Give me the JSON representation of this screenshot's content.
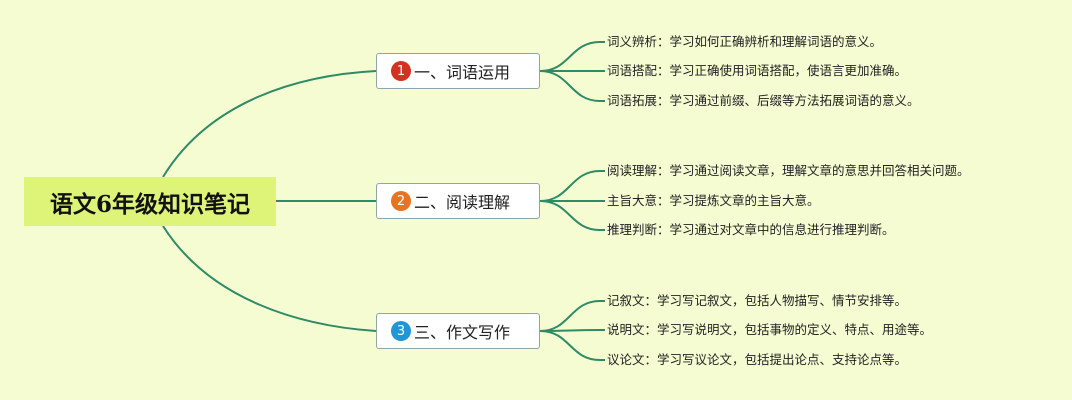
{
  "colors": {
    "background": "#f5fcd2",
    "root_fill": "#ddf479",
    "connector": "#2e8b65",
    "topic_border": "#8ea6a6"
  },
  "root": {
    "label": "语文6年级知识笔记"
  },
  "branches": [
    {
      "number": "1",
      "badge_color": "#d13322",
      "label": "一、词语运用",
      "leaves": [
        "词义辨析：学习如何正确辨析和理解词语的意义。",
        "词语搭配：学习正确使用词语搭配，使语言更加准确。",
        "词语拓展：学习通过前缀、后缀等方法拓展词语的意义。"
      ]
    },
    {
      "number": "2",
      "badge_color": "#e77422",
      "label": "二、阅读理解",
      "leaves": [
        "阅读理解：学习通过阅读文章，理解文章的意思并回答相关问题。",
        "主旨大意：学习提炼文章的主旨大意。",
        "推理判断：学习通过对文章中的信息进行推理判断。"
      ]
    },
    {
      "number": "3",
      "badge_color": "#2196d6",
      "label": "三、作文写作",
      "leaves": [
        "记叙文：学习写记叙文，包括人物描写、情节安排等。",
        "说明文：学习写说明文，包括事物的定义、特点、用途等。",
        "议论文：学习写议论文，包括提出论点、支持论点等。"
      ]
    }
  ]
}
